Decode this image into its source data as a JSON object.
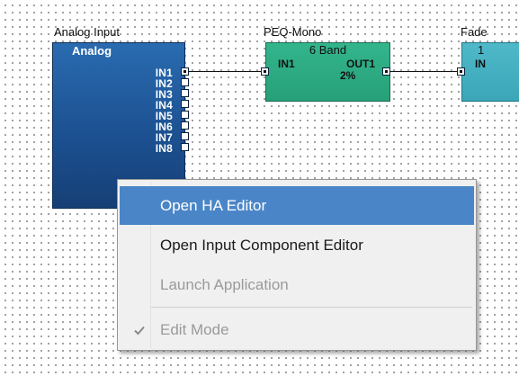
{
  "components": {
    "analog_input": {
      "title": "Analog Input",
      "header": "Analog",
      "ports": [
        "IN1",
        "IN2",
        "IN3",
        "IN4",
        "IN5",
        "IN6",
        "IN7",
        "IN8"
      ]
    },
    "peq": {
      "title": "PEQ-Mono",
      "band": "6 Band",
      "in_label": "IN1",
      "out_label": "OUT1",
      "percent": "2%"
    },
    "fader": {
      "title": "Fade",
      "number": "1",
      "in_label": "IN"
    }
  },
  "context_menu": {
    "items": [
      {
        "label": "Open HA Editor",
        "state": "highlighted"
      },
      {
        "label": "Open Input Component Editor",
        "state": "enabled"
      },
      {
        "label": "Launch Application",
        "state": "disabled"
      },
      {
        "label": "Edit Mode",
        "state": "disabled",
        "checked": true
      }
    ]
  },
  "colors": {
    "analog_block": "#1b4f8f",
    "peq_block": "#27a079",
    "fader_block": "#3aa6b8",
    "menu_highlight": "#4a86c7",
    "menu_background": "#f0f0f0"
  }
}
